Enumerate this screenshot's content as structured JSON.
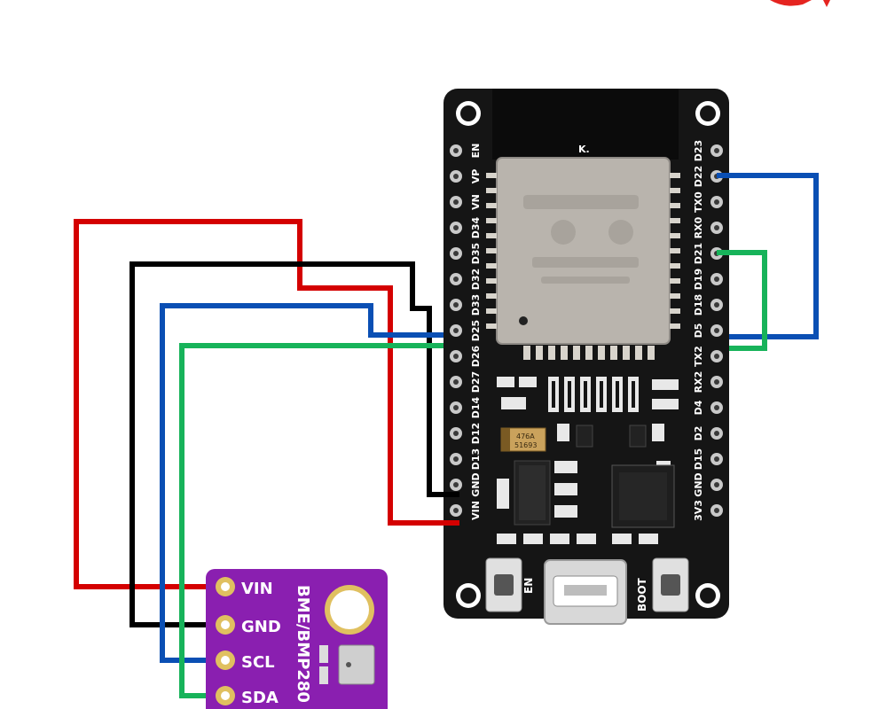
{
  "colors": {
    "wire_vin": "#d40000",
    "wire_gnd": "#000000",
    "wire_scl": "#0a4fb4",
    "wire_sda": "#17b35a",
    "sensor_board": "#8a1fb0",
    "esp_board": "#151515",
    "logo_accent": "#e52420"
  },
  "esp32": {
    "left_pins": [
      "EN",
      "VP",
      "VN",
      "D34",
      "D35",
      "D32",
      "D33",
      "D25",
      "D26",
      "D27",
      "D14",
      "D12",
      "D13",
      "GND",
      "VIN"
    ],
    "right_pins": [
      "D23",
      "D22",
      "TX0",
      "RX0",
      "D21",
      "D19",
      "D18",
      "D5",
      "TX2",
      "RX2",
      "D4",
      "D2",
      "D15",
      "GND",
      "3V3"
    ],
    "button_left_label": "EN",
    "button_right_label": "BOOT",
    "module_mark": "K.",
    "cap_mark_1": "476A",
    "cap_mark_2": "51693"
  },
  "sensor": {
    "title": "BME/BMP280",
    "pins": [
      "VIN",
      "GND",
      "SCL",
      "SDA"
    ]
  }
}
